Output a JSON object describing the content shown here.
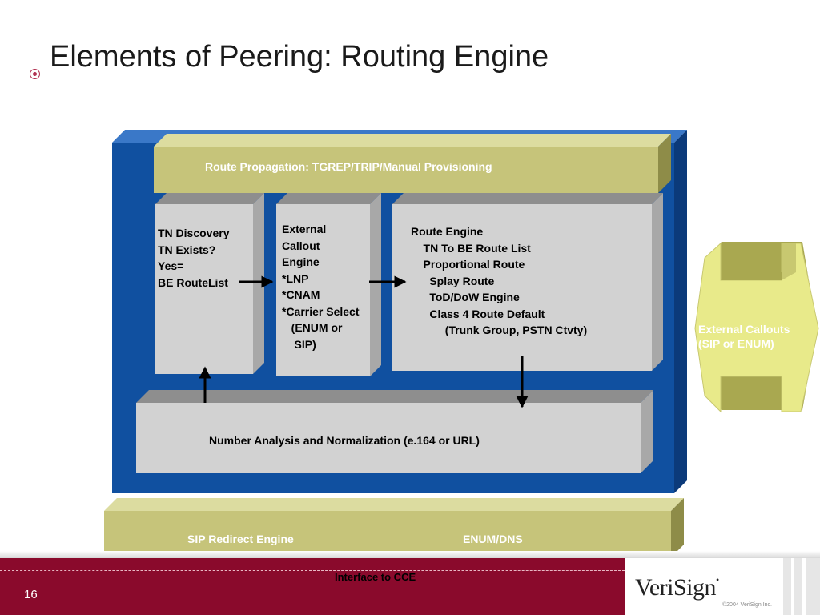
{
  "title": "Elements of Peering: Routing Engine",
  "colors": {
    "frame_blue": "#1050a0",
    "olive_face": "#c6c47a",
    "gray_face": "#d2d2d2",
    "yellow_callout": "#e8ea8a",
    "footer_red": "#8a0a2c"
  },
  "blocks": {
    "route_propagation": "Route Propagation: TGREP/TRIP/Manual Provisioning",
    "tn_discovery": [
      "TN Discovery",
      "",
      "TN Exists?",
      "",
      "",
      "Yes=",
      "BE RouteList"
    ],
    "external_callout": [
      "External",
      "Callout",
      "Engine",
      "",
      "*LNP",
      "*CNAM",
      "*Carrier Select",
      "   (ENUM or",
      "    SIP)"
    ],
    "route_engine": [
      "Route Engine",
      "    TN To BE Route List",
      "    Proportional Route",
      "      Splay Route",
      "      ToD/DoW Engine",
      "      Class 4 Route Default",
      "           (Trunk Group, PSTN Ctvty)"
    ],
    "number_analysis": "Number Analysis and Normalization (e.164 or URL)",
    "sip_redirect": "SIP Redirect Engine",
    "enum_dns": "ENUM/DNS",
    "external_callouts_side": [
      "External Callouts",
      "(SIP or ENUM)"
    ]
  },
  "footer": {
    "interface_label": "Interface to CCE",
    "page_number": "16",
    "logo_text": "VeriSign",
    "copyright": "©2004 VeriSign Inc."
  }
}
